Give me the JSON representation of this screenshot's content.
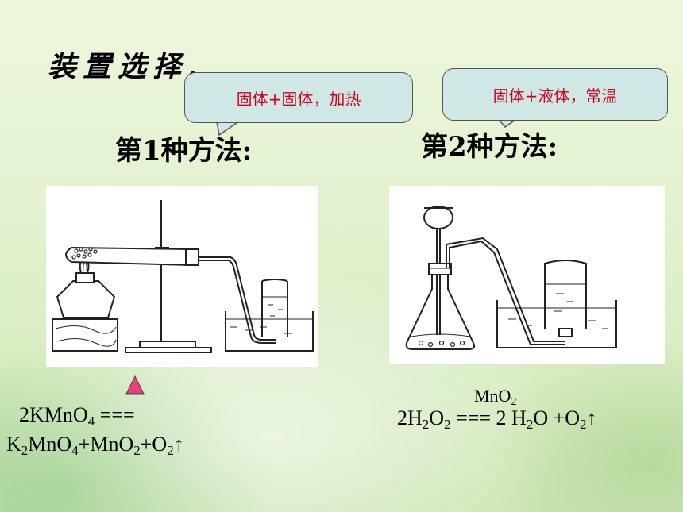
{
  "title": "装置选择.",
  "callouts": {
    "left": "固体+固体，加热",
    "right": "固体+液体，常温"
  },
  "methods": {
    "first": "第1种方法:",
    "second": "第2种方法:"
  },
  "equations": {
    "first_line1_reactant": "2KMnO",
    "first_line1_sub": "4",
    "first_line1_sign": " ===",
    "first_line2": {
      "p1": "K",
      "s1": "2",
      "p2": "MnO",
      "s2": "4",
      "p3": "+MnO",
      "s3": "2",
      "p4": "+O",
      "s4": "2",
      "p5": "↑"
    },
    "second": {
      "p1": "2H",
      "s1": "2",
      "p2": "O",
      "s2": "2",
      "p3": " === 2 H",
      "s3": "2",
      "p4": "O +O",
      "s4": "2",
      "p5": "↑"
    },
    "catalyst": {
      "p1": "MnO",
      "s1": "2"
    }
  },
  "colors": {
    "callout_text": "#d0021b",
    "callout_fill": "#cfe8e6",
    "heat_triangle": "#e8407a"
  },
  "icons": {
    "heat_mark": "triangle-heat-icon"
  }
}
